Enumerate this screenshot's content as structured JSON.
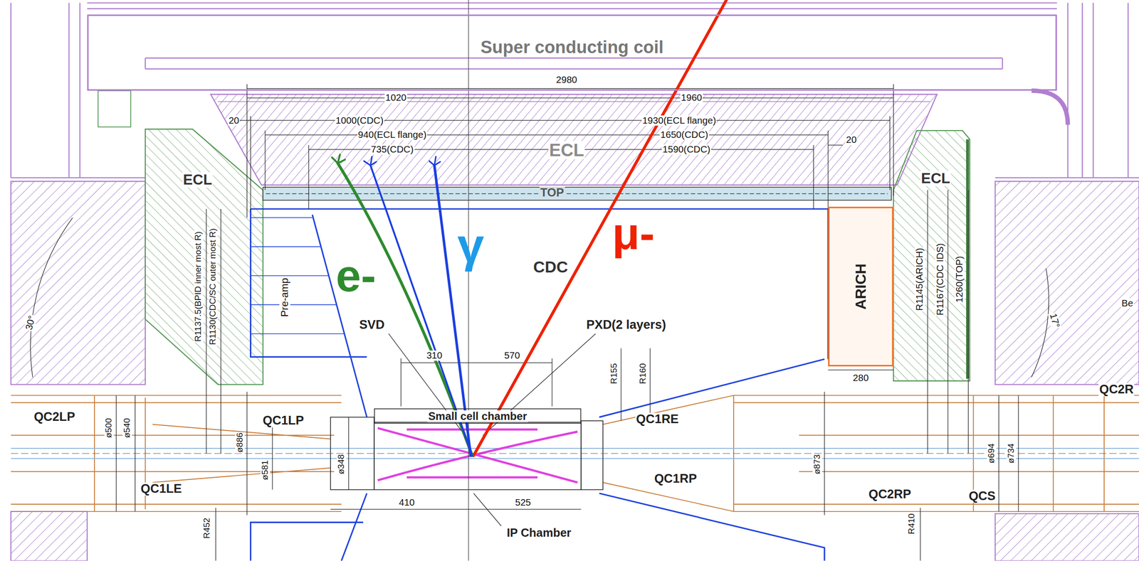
{
  "diagram": {
    "nodes": [
      {
        "text": [
          "Super conducting coil"
        ]
      },
      {
        "text": [
          "ARICH"
        ]
      },
      {
        "text": [
          "Small cell chamber"
        ]
      }
    ],
    "labels": [
      "2980",
      "1020",
      "1960",
      "20",
      "1000(CDC)",
      "1930(ECL flange)",
      "940(ECL flange)",
      "1650(CDC)",
      "20",
      "735(CDC)",
      "1590(CDC)",
      "ECL",
      "ECL",
      "ECL",
      "TOP",
      "R1137.5(BPID inner most R)",
      "R1130(CDC/SC outer most R)",
      "Pre-amp",
      "e-",
      "γ",
      "μ-",
      "CDC",
      "R1145(ARICH)",
      "R1167(CDC IDS)",
      "1260(TOP)",
      "280",
      "SVD",
      "PXD(2 layers)",
      "310",
      "570",
      "R155",
      "R160",
      "QC2LP",
      "ø500",
      "ø540",
      "QC1LE",
      "ø886",
      "QC1LP",
      "ø581",
      "ø348",
      "QC1RE",
      "QC1RP",
      "ø873",
      "QC2RP",
      "ø694",
      "ø734",
      "QCS",
      "QC2R",
      "410",
      "525",
      "IP Chamber",
      "R452",
      "R410",
      "30°",
      "17°",
      "Be"
    ]
  }
}
